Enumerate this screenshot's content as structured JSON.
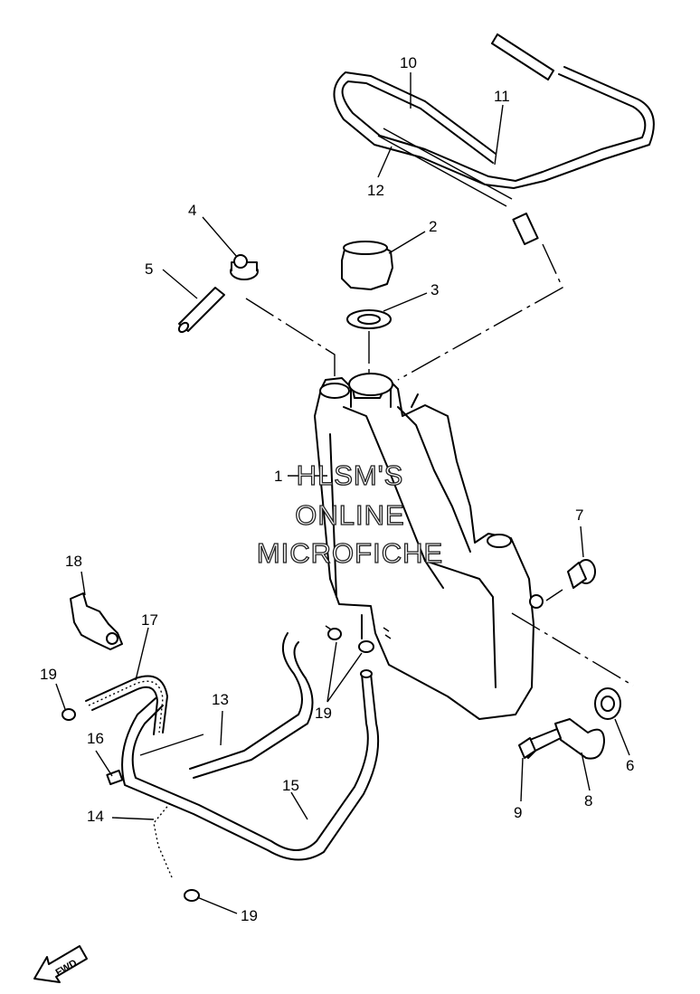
{
  "callouts": [
    {
      "id": "1",
      "label": "1"
    },
    {
      "id": "2",
      "label": "2"
    },
    {
      "id": "3",
      "label": "3"
    },
    {
      "id": "4",
      "label": "4"
    },
    {
      "id": "5",
      "label": "5"
    },
    {
      "id": "6",
      "label": "6"
    },
    {
      "id": "7",
      "label": "7"
    },
    {
      "id": "8",
      "label": "8"
    },
    {
      "id": "9",
      "label": "9"
    },
    {
      "id": "10",
      "label": "10"
    },
    {
      "id": "11",
      "label": "11"
    },
    {
      "id": "12",
      "label": "12"
    },
    {
      "id": "13",
      "label": "13"
    },
    {
      "id": "14",
      "label": "14"
    },
    {
      "id": "15",
      "label": "15"
    },
    {
      "id": "16",
      "label": "16"
    },
    {
      "id": "17",
      "label": "17"
    },
    {
      "id": "18",
      "label": "18"
    },
    {
      "id": "19a",
      "label": "19"
    },
    {
      "id": "19b",
      "label": "19"
    },
    {
      "id": "19c",
      "label": "19"
    }
  ],
  "watermark": {
    "line1": "HLSM'S",
    "line2": "ONLINE",
    "line3": "MICROFICHE"
  },
  "direction_badge": "FWD"
}
